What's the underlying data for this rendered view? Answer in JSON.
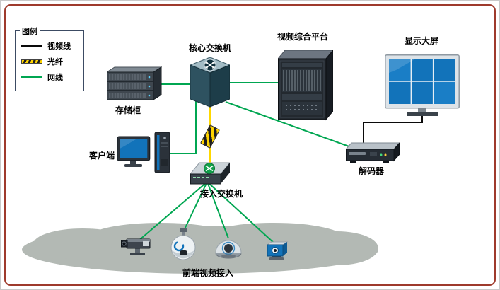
{
  "diagram": {
    "legend": {
      "title": "图例",
      "items": [
        {
          "id": "video-line",
          "label": "视频线",
          "color": "#0a0a0a",
          "style": "solid"
        },
        {
          "id": "fiber-line",
          "label": "光纤",
          "color": "#ffd400",
          "style": "hatched"
        },
        {
          "id": "lan-line",
          "label": "网线",
          "color": "#00a651",
          "style": "solid"
        }
      ]
    },
    "nodes": {
      "storage": {
        "label": "存储柜"
      },
      "core_switch": {
        "label": "核心交换机"
      },
      "video_platform": {
        "label": "视频综合平台"
      },
      "display_wall": {
        "label": "显示大屏"
      },
      "client": {
        "label": "客户端"
      },
      "decoder": {
        "label": "解码器"
      },
      "access_switch": {
        "label": "接入交换机"
      },
      "frontend_group": {
        "label": "前端视频接入"
      }
    },
    "connections": [
      {
        "from": "storage",
        "to": "core_switch",
        "type": "网线"
      },
      {
        "from": "client",
        "to": "core_switch",
        "type": "网线"
      },
      {
        "from": "core_switch",
        "to": "video_platform",
        "type": "网线"
      },
      {
        "from": "core_switch",
        "to": "decoder",
        "type": "网线"
      },
      {
        "from": "core_switch",
        "to": "access_switch",
        "type": "光纤"
      },
      {
        "from": "display_wall",
        "to": "decoder",
        "type": "视频线"
      },
      {
        "from": "access_switch",
        "to": "camera-box",
        "type": "网线"
      },
      {
        "from": "access_switch",
        "to": "camera-ptz",
        "type": "网线"
      },
      {
        "from": "access_switch",
        "to": "camera-dome",
        "type": "网线"
      },
      {
        "from": "access_switch",
        "to": "camera-cube",
        "type": "网线"
      }
    ],
    "colors": {
      "lan": "#00a651",
      "fiber": "#ffd800",
      "video": "#0a0a0a",
      "frame": "#9e3a2c",
      "cloud": "#b3b9b4",
      "screen_blue": "#1273ba"
    }
  }
}
